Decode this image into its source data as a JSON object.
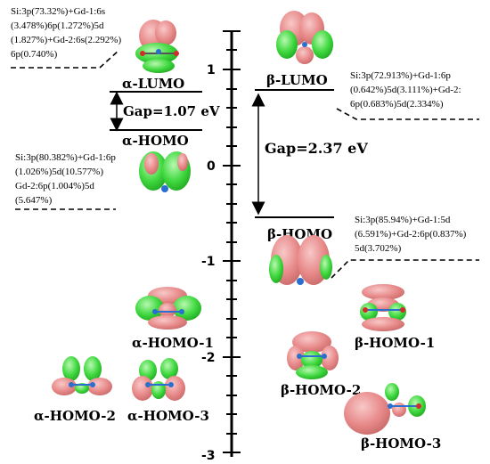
{
  "axis": {
    "tick_labels": [
      "1",
      "0",
      "-1",
      "-2",
      "-3"
    ]
  },
  "alpha": {
    "lumo_label": "α-LUMO",
    "homo_label": "α-HOMO",
    "gap_label": "Gap=1.07 eV",
    "homo1_label": "α-HOMO-1",
    "homo2_label": "α-HOMO-2",
    "homo3_label": "α-HOMO-3",
    "lumo_composition": [
      "Si:3p(73.32%)+Gd-1:6s",
      "(3.478%)6p(1.272%)5d",
      "(1.827%)+Gd-2:6s(2.292%)",
      "6p(0.740%)"
    ],
    "homo_composition": [
      "Si:3p(80.382%)+Gd-1:6p",
      "(1.026%)5d(10.577%)",
      "Gd-2:6p(1.004%)5d",
      "(5.647%)"
    ]
  },
  "beta": {
    "lumo_label": "β-LUMO",
    "homo_label": "β-HOMO",
    "gap_label": "Gap=2.37 eV",
    "homo1_label": "β-HOMO-1",
    "homo2_label": "β-HOMO-2",
    "homo3_label": "β-HOMO-3",
    "lumo_composition": [
      "Si:3p(72.913%)+Gd-1:6p",
      "(0.642%)5d(3.111%)+Gd-2:",
      "6p(0.683%)5d(2.334%)"
    ],
    "homo_composition": [
      "Si:3p(85.94%)+Gd-1:5d",
      "(6.591%)+Gd-2:6p(0.837%)",
      "5d(3.702%)"
    ]
  },
  "colors": {
    "lobe_pink": "#e88a8a",
    "lobe_green": "#3fd83f",
    "gd_atom": "#2a6fd0",
    "si_atom": "#d42a2a"
  }
}
